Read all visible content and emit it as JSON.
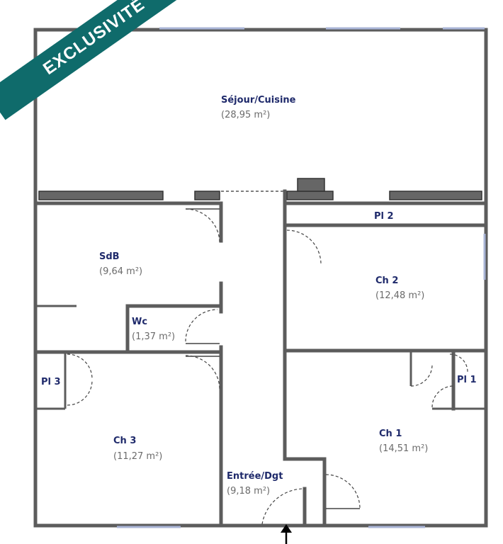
{
  "badge": {
    "label": "EXCLUSIVITÉ",
    "color": "#0f6b6b"
  },
  "rooms": {
    "sejour": {
      "name": "Séjour/Cuisine",
      "area": "(28,95 m²)"
    },
    "sdb": {
      "name": "SdB",
      "area": "(9,64 m²)"
    },
    "wc": {
      "name": "Wc",
      "area": "(1,37 m²)"
    },
    "pl2": {
      "name": "Pl 2"
    },
    "ch2": {
      "name": "Ch 2",
      "area": "(12,48 m²)"
    },
    "pl3": {
      "name": "Pl 3"
    },
    "pl1": {
      "name": "Pl 1"
    },
    "ch3": {
      "name": "Ch 3",
      "area": "(11,27 m²)"
    },
    "ch1": {
      "name": "Ch 1",
      "area": "(14,51 m²)"
    },
    "entree": {
      "name": "Entrée/Dgt",
      "area": "(9,18 m²)"
    }
  },
  "colors": {
    "walls": "#5c5c5c",
    "labels": "#1f2a6b",
    "areas": "#6b6b6b"
  }
}
